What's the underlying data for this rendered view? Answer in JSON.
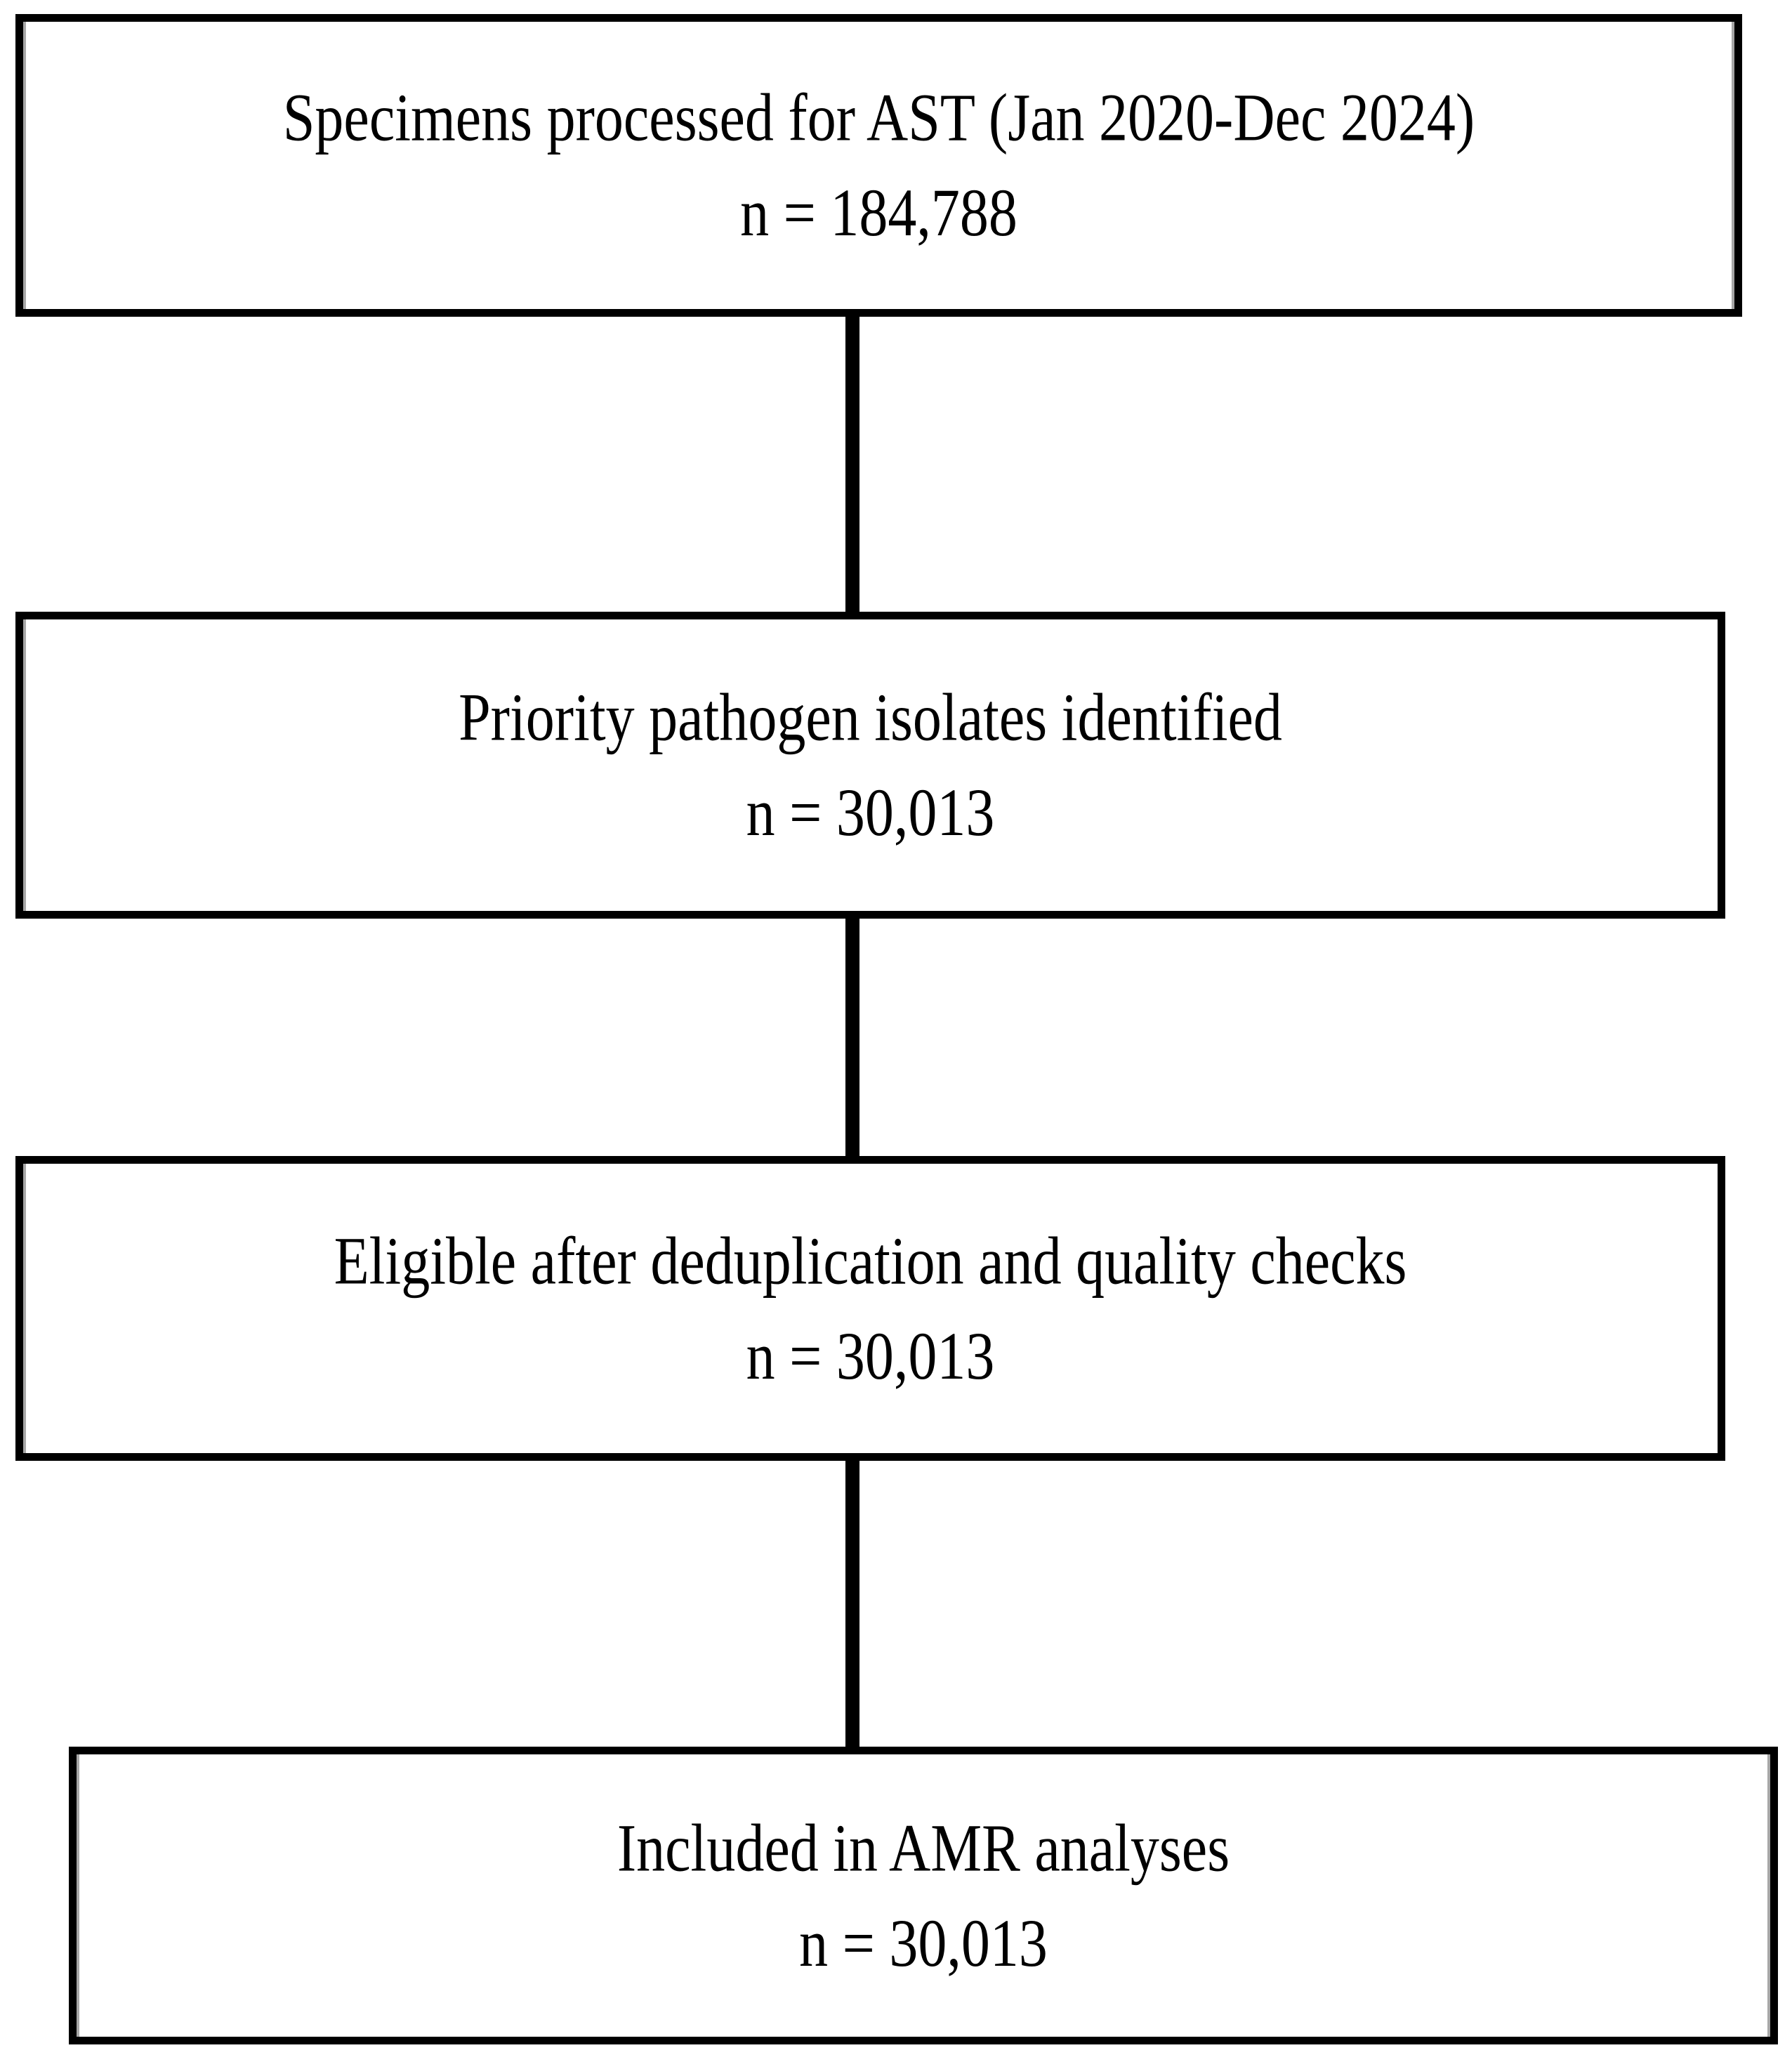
{
  "diagram": {
    "type": "flowchart",
    "boxes": [
      {
        "id": "specimens-processed",
        "title": "Specimens processed for AST (Jan 2020-Dec 2024)",
        "count": "n = 184,788"
      },
      {
        "id": "priority-pathogen-isolates",
        "title": "Priority pathogen isolates identified",
        "count": "n = 30,013"
      },
      {
        "id": "eligible-after-deduplication",
        "title": "Eligible after deduplication and quality checks",
        "count": "n = 30,013"
      },
      {
        "id": "included-in-amr-analyses",
        "title": "Included in AMR analyses",
        "count": "n = 30,013"
      }
    ],
    "colors": {
      "box_border": "#000000",
      "box_fill": "#ffffff",
      "text": "#000000",
      "connector": "#000000",
      "page_background": "#ffffff"
    }
  }
}
